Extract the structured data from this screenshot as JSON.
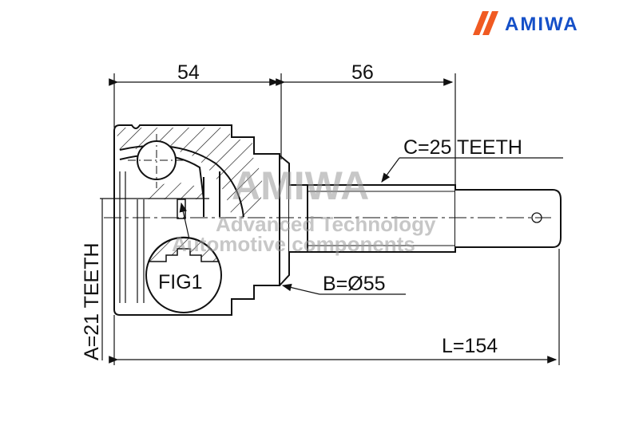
{
  "logo": {
    "brand": "AMIWA",
    "slash_color": "#f05a22",
    "brand_color": "#1550c8"
  },
  "watermark": {
    "brand": "AMIWA",
    "line1": "Advanced Technology",
    "line2": "Automotive components"
  },
  "dimensions": {
    "top_left": "54",
    "top_right": "56",
    "spline_c": "C=25 TEETH",
    "diameter_b": "B=Ø55",
    "inner_a": "A=21 TEETH",
    "length_l": "L=154"
  },
  "figure_label": "FIG1"
}
